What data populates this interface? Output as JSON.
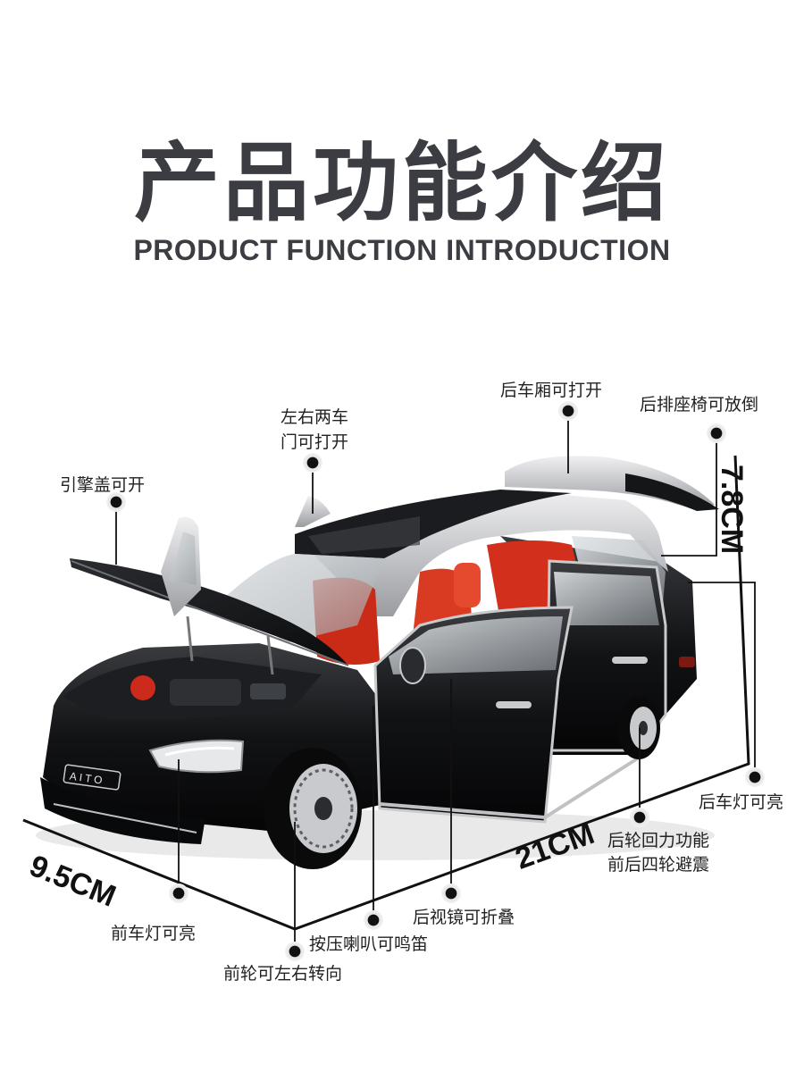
{
  "header": {
    "title_cn": "产品功能介绍",
    "title_en": "PRODUCT FUNCTION INTRODUCTION"
  },
  "car": {
    "badge": "AITO",
    "body_color": "#111214",
    "interior_color": "#d2301d",
    "roof_color": "#c8c9cb"
  },
  "dimensions": {
    "width": "9.5CM",
    "length": "21CM",
    "height": "7.8CM"
  },
  "features": {
    "trunk": "后车厢可打开",
    "rear_seat": "后排座椅可放倒",
    "doors_line1": "左右两车",
    "doors_line2": "门可打开",
    "hood": "引擎盖可开",
    "rear_light": "后车灯可亮",
    "rear_wheel_line1": "后轮回力功能",
    "rear_wheel_line2": "前后四轮避震",
    "mirror": "后视镜可折叠",
    "front_light": "前车灯可亮",
    "horn": "按压喇叭可鸣笛",
    "front_wheel": "前轮可左右转向"
  },
  "colors": {
    "title": "#3b3d42",
    "line": "#111111",
    "dot_halo": "#e4e4e4"
  }
}
